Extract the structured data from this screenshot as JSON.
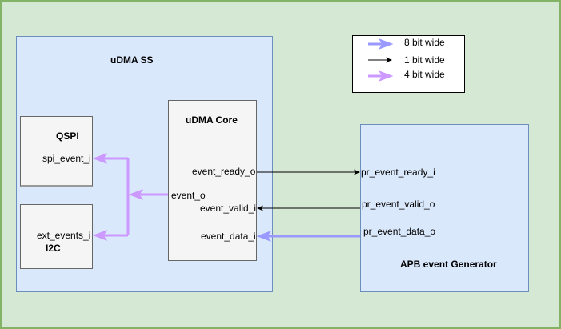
{
  "diagram": {
    "outer_container": {
      "label": ""
    },
    "udma_ss": {
      "title": "uDMA SS"
    },
    "udma_core": {
      "title": "uDMA Core",
      "ports": {
        "event_ready_o": "event_ready_o",
        "event_o": "event_o",
        "event_valid_i": "event_valid_i",
        "event_data_i": "event_data_i"
      }
    },
    "qspi": {
      "title": "QSPI",
      "port": "spi_event_i"
    },
    "i2c": {
      "title": "I2C",
      "port": "ext_events_i"
    },
    "apb_generator": {
      "title": "APB event Generator",
      "ports": {
        "pr_event_ready_i": "pr_event_ready_i",
        "pr_event_valid_o": "pr_event_valid_o",
        "pr_event_data_o": "pr_event_data_o"
      }
    },
    "legend": {
      "items": [
        {
          "label": "8 bit wide",
          "color": "#9999ff",
          "style": "thick"
        },
        {
          "label": "1 bit wide",
          "color": "#000000",
          "style": "thin"
        },
        {
          "label": "4 bit wide",
          "color": "#cc99ff",
          "style": "medium"
        }
      ]
    },
    "connections": [
      {
        "from": "event_ready_o",
        "to": "pr_event_ready_i",
        "width": "1 bit"
      },
      {
        "from": "pr_event_valid_o",
        "to": "event_valid_i",
        "width": "1 bit"
      },
      {
        "from": "pr_event_data_o",
        "to": "event_data_i",
        "width": "8 bit"
      },
      {
        "from": "event_o",
        "to": "spi_event_i",
        "width": "4 bit"
      },
      {
        "from": "event_o",
        "to": "ext_events_i",
        "width": "4 bit"
      }
    ],
    "colors": {
      "outer_fill": "#d5e8d4",
      "outer_stroke": "#82b366",
      "block_fill": "#dae8fc",
      "block_stroke": "#6c8ebf",
      "module_fill": "#f5f5f5",
      "module_stroke": "#666666",
      "bus8": "#9999ff",
      "bus4": "#cc99ff",
      "bus1": "#000000"
    }
  }
}
